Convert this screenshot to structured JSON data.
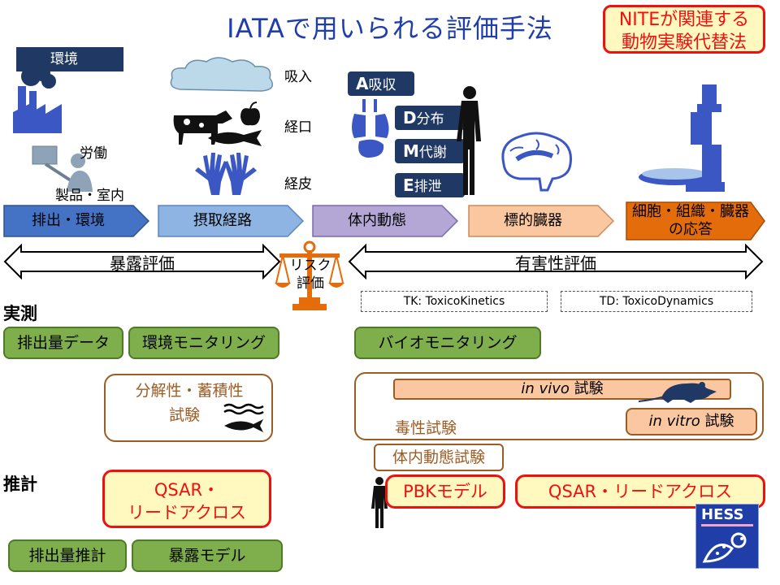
{
  "title": "IATAで用いられる評価手法",
  "nite_box": {
    "line1": "NITEが関連する",
    "line2": "動物実験代替法"
  },
  "environment_label": "環境",
  "labor_label": "労働",
  "indoor_label": "製品・室内",
  "routes": {
    "inhale": "吸入",
    "oral": "経口",
    "dermal": "経皮"
  },
  "adme": [
    {
      "letter": "A",
      "text": "吸収"
    },
    {
      "letter": "D",
      "text": "分布"
    },
    {
      "letter": "M",
      "text": "代謝"
    },
    {
      "letter": "E",
      "text": "排泄"
    }
  ],
  "stages": [
    {
      "label": "排出・環境",
      "color": "#4472c4"
    },
    {
      "label": "摂取経路",
      "color": "#8eb4e3"
    },
    {
      "label": "体内動態",
      "color": "#b4a7d6"
    },
    {
      "label": "標的臓器",
      "color": "#fbc7a0"
    },
    {
      "line1": "細胞・組織・臓器",
      "line2": "の応答",
      "color": "#e46c0a"
    }
  ],
  "exposure_eval": "暴露評価",
  "risk_eval": {
    "line1": "リスク",
    "line2": "評価"
  },
  "hazard_eval": "有害性評価",
  "tk_label": "TK: ToxicoKinetics",
  "td_label": "TD: ToxicoDynamics",
  "measured_label": "実測",
  "estimated_label": "推計",
  "green_boxes": {
    "emission_data": "排出量データ",
    "env_monitoring": "環境モニタリング",
    "bio_monitoring": "バイオモニタリング",
    "emission_estimate": "排出量推計",
    "exposure_model": "暴露モデル"
  },
  "degradation": {
    "line1": "分解性・蓄積性",
    "line2": "試験"
  },
  "in_vivo": {
    "italic": "in vivo",
    "text": " 試験"
  },
  "in_vitro": {
    "italic": "in vitro",
    "text": " 試験"
  },
  "toxicity_test": "毒性試験",
  "kinetics_test": "体内動態試験",
  "qsar_left": {
    "line1": "QSAR・",
    "line2": "リードアクロス"
  },
  "pbk_model": "PBKモデル",
  "qsar_right": "QSAR・リードアクロス",
  "hess_logo": "HESS"
}
